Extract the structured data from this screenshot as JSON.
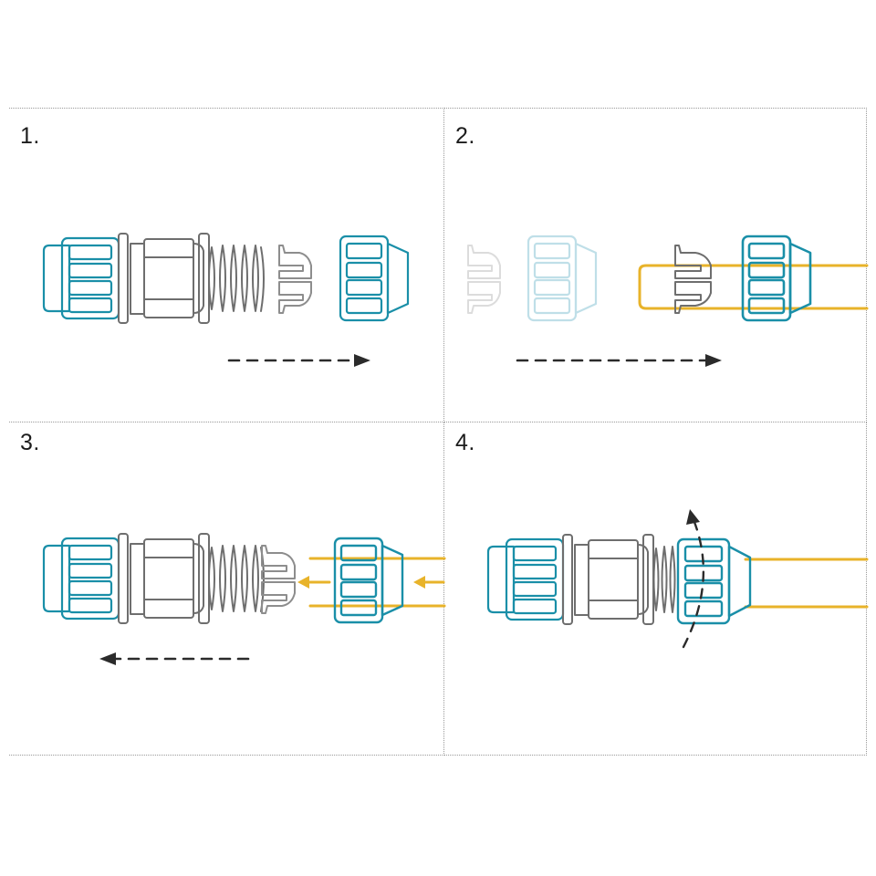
{
  "diagram": {
    "title": "Waterproof cable connector assembly instructions",
    "type": "exploded-assembly-sequence",
    "panel_count": 4,
    "background": "#ffffff"
  },
  "colors": {
    "teal": "#1a8fa8",
    "teal_ghost": "#bfdfe8",
    "gray": "#6e6e6e",
    "gray_light": "#8d8d8d",
    "gray_ghost": "#dcdcdc",
    "amber": "#e8b32a",
    "arrow_dark": "#2b2b2b",
    "panel_border": "#9a9a9a",
    "text": "#1c1c1c"
  },
  "panels": [
    {
      "id": "panel-1",
      "number": "1.",
      "caption": "",
      "arrow": {
        "kind": "dashed-straight",
        "direction": "right"
      },
      "parts": [
        {
          "name": "gland-nut",
          "color": "teal",
          "state": "solid"
        },
        {
          "name": "connector-body",
          "color": "gray",
          "state": "solid"
        },
        {
          "name": "threaded-bellows",
          "color": "gray",
          "state": "solid"
        },
        {
          "name": "cable-clamp-insert",
          "color": "gray",
          "state": "solid"
        },
        {
          "name": "cap-nut",
          "color": "teal",
          "state": "solid"
        }
      ]
    },
    {
      "id": "panel-2",
      "number": "2.",
      "caption": "",
      "arrow": {
        "kind": "dashed-straight",
        "direction": "right"
      },
      "parts": [
        {
          "name": "cable-clamp-insert",
          "color": "gray",
          "state": "ghost"
        },
        {
          "name": "cap-nut",
          "color": "teal",
          "state": "ghost"
        },
        {
          "name": "cable-clamp-insert",
          "color": "gray",
          "state": "solid"
        },
        {
          "name": "cap-nut",
          "color": "teal",
          "state": "solid"
        },
        {
          "name": "cable",
          "color": "amber",
          "state": "solid"
        }
      ]
    },
    {
      "id": "panel-3",
      "number": "3.",
      "caption": "",
      "arrow": {
        "kind": "dashed-straight",
        "direction": "left"
      },
      "accent_arrows": {
        "kind": "solid-short",
        "direction": "left",
        "count": 2,
        "color": "amber"
      },
      "parts": [
        {
          "name": "gland-nut",
          "color": "teal",
          "state": "solid"
        },
        {
          "name": "connector-body",
          "color": "gray",
          "state": "solid"
        },
        {
          "name": "threaded-bellows",
          "color": "gray",
          "state": "solid"
        },
        {
          "name": "cable-clamp-insert",
          "color": "gray",
          "state": "solid"
        },
        {
          "name": "cap-nut",
          "color": "teal",
          "state": "solid"
        },
        {
          "name": "cable",
          "color": "amber",
          "state": "solid"
        }
      ]
    },
    {
      "id": "panel-4",
      "number": "4.",
      "caption": "",
      "arrow": {
        "kind": "dashed-curved",
        "direction": "rotate-clockwise"
      },
      "parts": [
        {
          "name": "gland-nut",
          "color": "teal",
          "state": "solid"
        },
        {
          "name": "connector-body",
          "color": "gray",
          "state": "solid"
        },
        {
          "name": "compressed-bellows",
          "color": "gray",
          "state": "solid"
        },
        {
          "name": "cap-nut",
          "color": "teal",
          "state": "solid"
        },
        {
          "name": "cable",
          "color": "amber",
          "state": "solid"
        }
      ]
    }
  ]
}
